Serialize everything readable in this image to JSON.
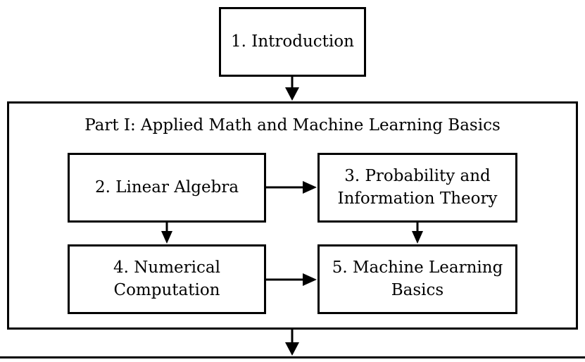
{
  "diagram": {
    "intro": {
      "label": "1. Introduction"
    },
    "part1": {
      "title": "Part I: Applied Math and Machine Learning Basics",
      "boxes": {
        "linear_algebra": {
          "lines": [
            "2. Linear Algebra"
          ]
        },
        "probability": {
          "lines": [
            "3. Probability and",
            "Information Theory"
          ]
        },
        "numerical": {
          "lines": [
            "4. Numerical",
            "Computation"
          ]
        },
        "ml_basics": {
          "lines": [
            "5. Machine Learning",
            "Basics"
          ]
        }
      }
    },
    "colors": {
      "stroke": "#000000",
      "background": "#ffffff"
    }
  }
}
